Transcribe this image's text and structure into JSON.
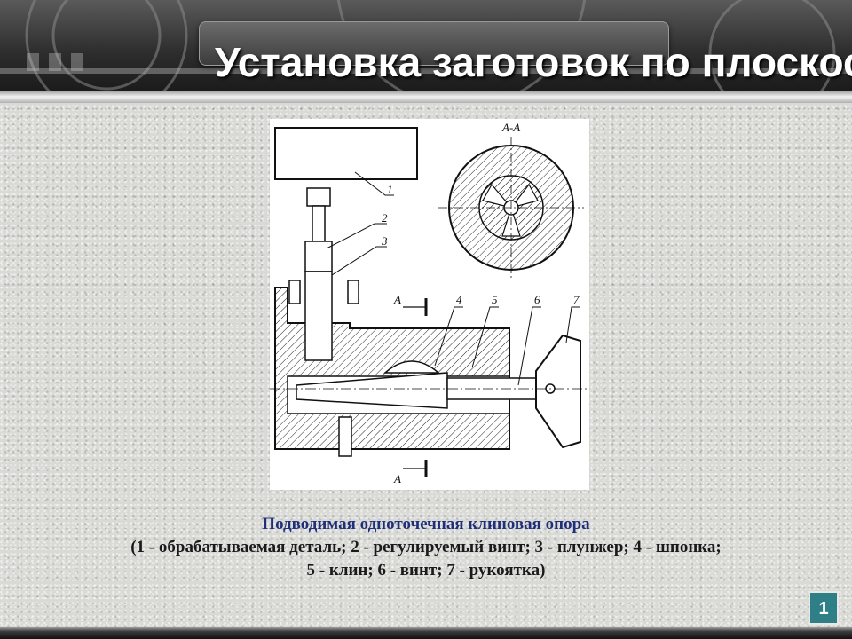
{
  "slide": {
    "title": "Установка заготовок по плоскости",
    "number": "1"
  },
  "figure": {
    "section_label": "А-А",
    "view_marker": "А",
    "callouts": [
      "1",
      "2",
      "3",
      "4",
      "5",
      "6",
      "7"
    ]
  },
  "caption": {
    "heading": "Подводимая одноточечная клиновая опора",
    "legend_line1": "(1 - обрабатываемая деталь; 2 - регулируемый винт; 3 - плунжер; 4 - шпонка;",
    "legend_line2": "5 - клин; 6 - винт; 7 - рукоятка)"
  },
  "colors": {
    "caption_heading": "#1f2f7a",
    "slide_number_bg": "#2f7f86"
  }
}
